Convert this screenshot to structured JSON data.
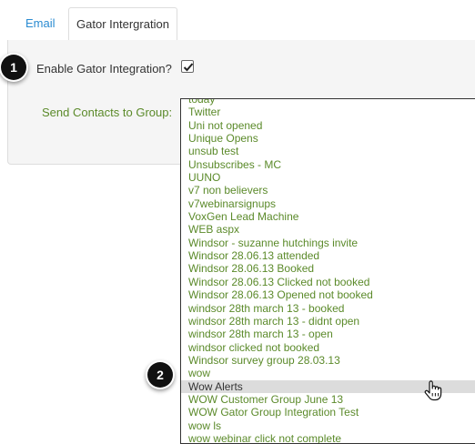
{
  "tabs": [
    {
      "label": "Email"
    },
    {
      "label": "Gator Intergration"
    }
  ],
  "form": {
    "enable_label": "Enable Gator Integration?",
    "enable_checked": true,
    "group_label": "Send Contacts to Group:"
  },
  "group_list": {
    "options": [
      "today",
      "Twitter",
      "Uni not opened",
      "Unique Opens",
      "unsub test",
      "Unsubscribes - MC",
      "UUNO",
      "v7 non believers",
      "v7webinarsignups",
      "VoxGen Lead Machine",
      "WEB aspx",
      "Windsor - suzanne hutchings invite",
      "Windsor 28.06.13 attended",
      "Windsor 28.06.13 Booked",
      "Windsor 28.06.13 Clicked not booked",
      "Windsor 28.06.13 Opened not booked",
      "windsor 28th march 13 - booked",
      "windsor 28th march 13 - didnt open",
      "windsor 28th march 13 - open",
      "windsor clicked not booked",
      "Windsor survey group 28.03.13",
      "wow",
      "Wow Alerts",
      "WOW Customer Group June 13",
      "WOW Gator Group Integration Test",
      "wow ls",
      "wow webinar click not complete"
    ],
    "highlighted": "Wow Alerts"
  },
  "callouts": [
    {
      "number": "1"
    },
    {
      "number": "2"
    }
  ],
  "colors": {
    "tab_link": "#2a8bd1",
    "option_text": "#5b8a2a",
    "highlight_bg": "#dcdcdc",
    "panel_bg": "#f5f5f5"
  },
  "icons": {
    "cursor": "hand-pointer-icon",
    "checkbox": "checkmark-icon"
  }
}
